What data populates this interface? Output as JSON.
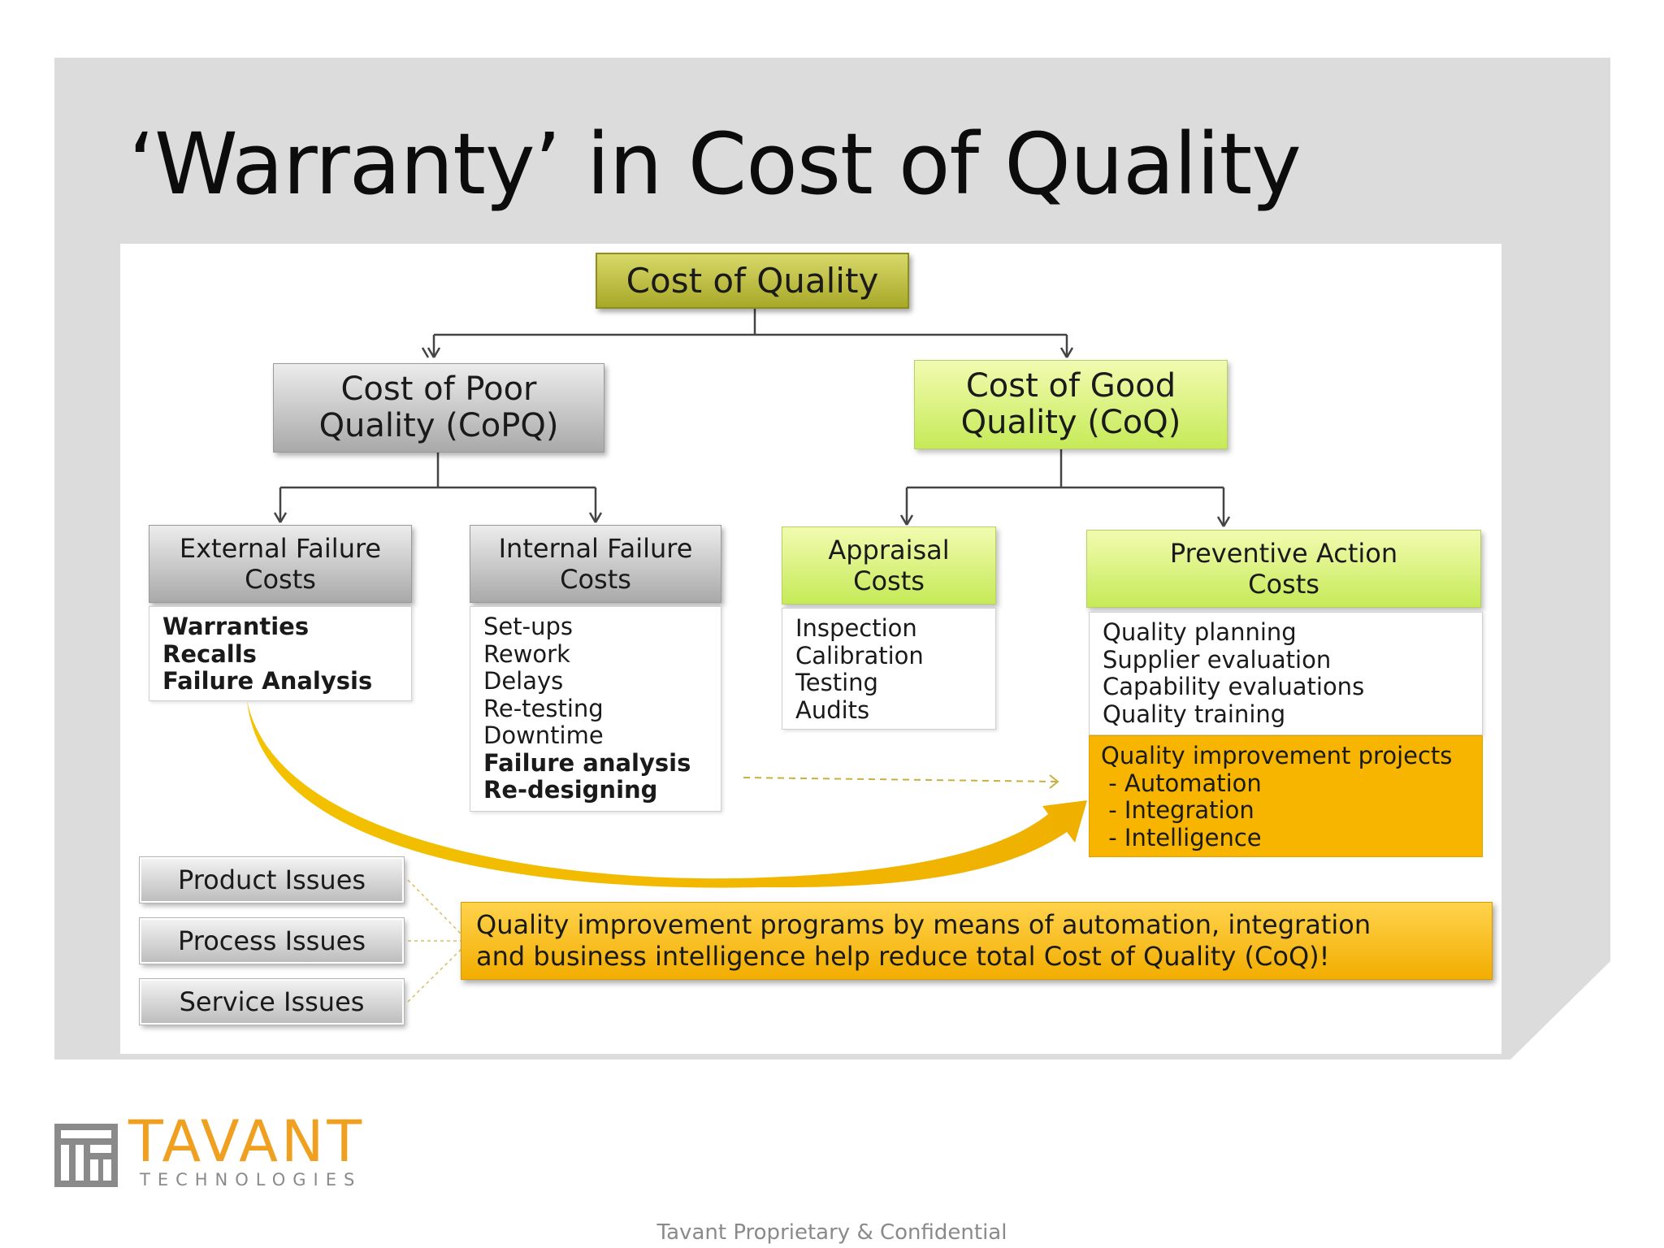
{
  "title": "‘Warranty’ in Cost of Quality",
  "root": "Cost of Quality",
  "copq": {
    "line1": "Cost of Poor",
    "line2": "Quality (CoPQ)"
  },
  "cogq": {
    "line1": "Cost of Good",
    "line2": "Quality (CoQ)"
  },
  "categories": {
    "external": {
      "line1": "External Failure",
      "line2": "Costs",
      "items": [
        "Warranties",
        "Recalls",
        "Failure Analysis"
      ]
    },
    "internal": {
      "line1": "Internal Failure",
      "line2": "Costs",
      "items": [
        "Set-ups",
        "Rework",
        "Delays",
        "Re-testing",
        "Downtime",
        "Failure analysis",
        "Re-designing"
      ]
    },
    "appraisal": {
      "line1": "Appraisal",
      "line2": "Costs",
      "items": [
        "Inspection",
        "Calibration",
        "Testing",
        "Audits"
      ]
    },
    "preventive": {
      "line1": "Preventive Action",
      "line2": "Costs",
      "items": [
        "Quality planning",
        "Supplier evaluation",
        "Capability evaluations",
        "Quality training"
      ],
      "highlight": [
        "Quality improvement projects",
        " - Automation",
        " - Integration",
        " - Intelligence"
      ]
    }
  },
  "issues": [
    "Product Issues",
    "Process Issues",
    "Service Issues"
  ],
  "callout": {
    "line1": "Quality improvement programs by means of automation, integration",
    "line2": "and business intelligence help reduce total Cost of Quality (CoQ)!"
  },
  "logo": {
    "name": "TAVANT",
    "sub": "TECHNOLOGIES"
  },
  "footer": "Tavant Proprietary & Confidential",
  "colors": {
    "orange": "#f7b500",
    "olive": "#b5b536",
    "lime": "#d9f27a",
    "gray": "#c4c4c4",
    "logo_orange": "#f0a020",
    "logo_gray": "#8a8a8a"
  }
}
